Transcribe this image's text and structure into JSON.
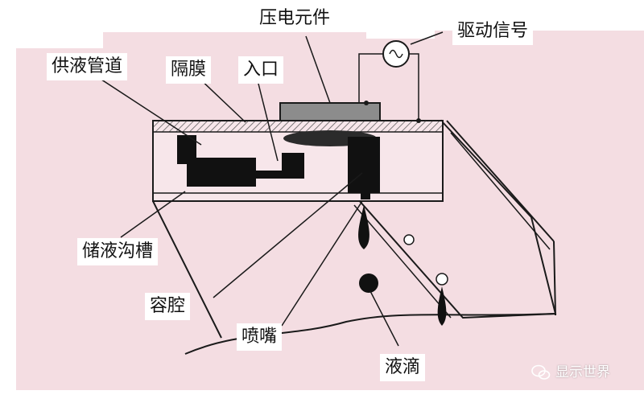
{
  "colors": {
    "background": "#f4dde2",
    "ink": "#1a1a1a",
    "label_bg": "#ffffff",
    "piezo": "#8c8c8c"
  },
  "labels": {
    "piezo_element": "压电元件",
    "drive_signal": "驱动信号",
    "supply_channel": "供液管道",
    "diaphragm": "隔膜",
    "inlet": "入口",
    "reservoir_groove": "储液沟槽",
    "chamber": "容腔",
    "nozzle": "喷嘴",
    "droplet": "液滴"
  },
  "watermark": {
    "text": "显示世界",
    "icon": "wechat-icon"
  }
}
